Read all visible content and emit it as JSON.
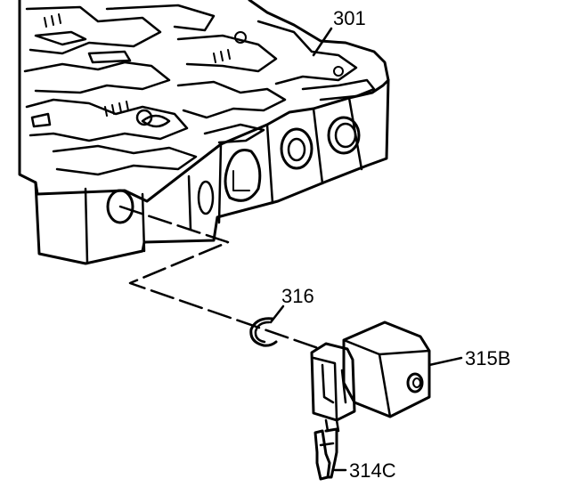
{
  "diagram": {
    "labels": {
      "valve_body": "301",
      "retaining_ring": "316",
      "solenoid": "315B",
      "connector": "314C"
    }
  }
}
